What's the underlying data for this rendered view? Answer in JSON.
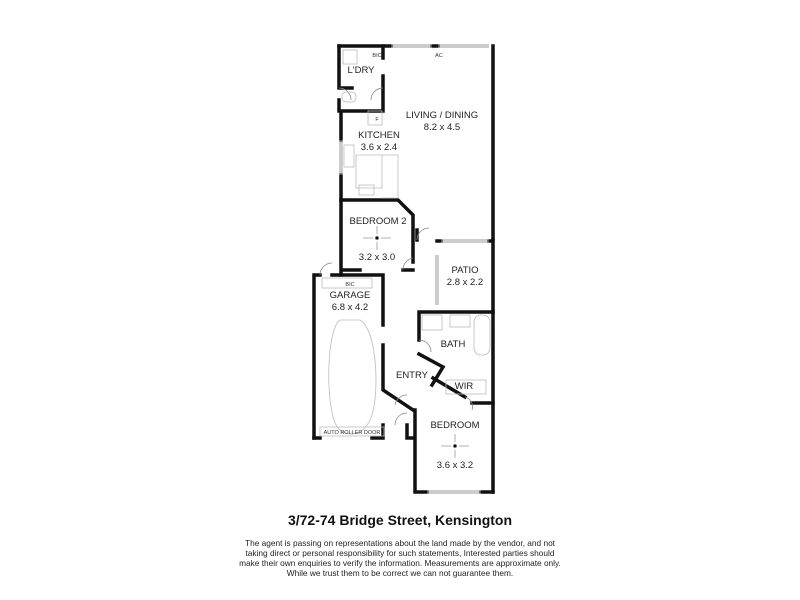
{
  "plan": {
    "rooms": [
      {
        "name": "L'DRY",
        "size": ""
      },
      {
        "name": "LIVING / DINING",
        "size": "8.2 x 4.5"
      },
      {
        "name": "KITCHEN",
        "size": "3.6 x 2.4"
      },
      {
        "name": "BEDROOM 2",
        "size": "3.2 x 3.0"
      },
      {
        "name": "PATIO",
        "size": "2.8 x 2.2"
      },
      {
        "name": "GARAGE",
        "size": "6.8 x 4.2"
      },
      {
        "name": "BATH",
        "size": ""
      },
      {
        "name": "ENTRY",
        "size": ""
      },
      {
        "name": "WIR",
        "size": ""
      },
      {
        "name": "BEDROOM",
        "size": "3.6 x 3.2"
      }
    ],
    "small_labels": {
      "bic_laundry": "BIC",
      "ac": "AC",
      "fridge": "F",
      "bic_garage": "BIC",
      "roller_door": "AUTO ROLLER DOOR"
    },
    "wall_color": "#111111"
  },
  "footer": {
    "address": "3/72-74 Bridge Street, Kensington",
    "disclaimer": [
      "The agent is passing on representations about the land made by the vendor, and not",
      "taking direct or personal responsibility for such statements, Interested parties should",
      "make their own enquiries to verify the information. Measurements are approximate only.",
      "While we trust them to be correct we can not guarantee them."
    ]
  }
}
